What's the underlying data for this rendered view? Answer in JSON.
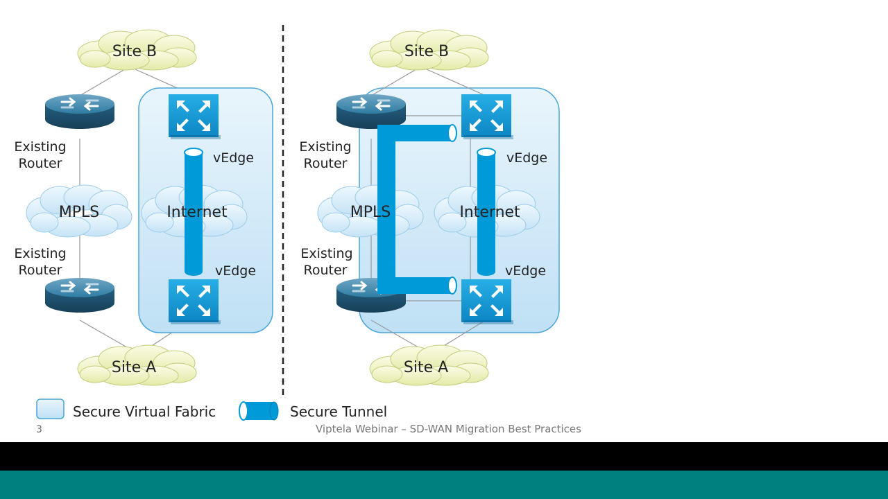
{
  "diagram": {
    "site_b_label": "Site B",
    "site_a_label": "Site A",
    "mpls_label": "MPLS",
    "internet_label": "Internet",
    "existing_router_line1": "Existing",
    "existing_router_line2": "Router",
    "vedge_label": "vEdge"
  },
  "legend": {
    "fabric_label": "Secure Virtual Fabric",
    "tunnel_label": "Secure Tunnel"
  },
  "footer": {
    "slide_number": "3",
    "text": "Viptela Webinar – SD-WAN Migration Best Practices"
  },
  "colors": {
    "fabric_fill": "#c9e6f7",
    "fabric_stroke": "#4aa6d9",
    "tunnel": "#009ad9",
    "cloud_site": "#f1f4c8",
    "cloud_net": "#d6ecfa",
    "router": "#1f5f80",
    "vedge": "#1296d4",
    "bottom_bar": "#00807f"
  }
}
